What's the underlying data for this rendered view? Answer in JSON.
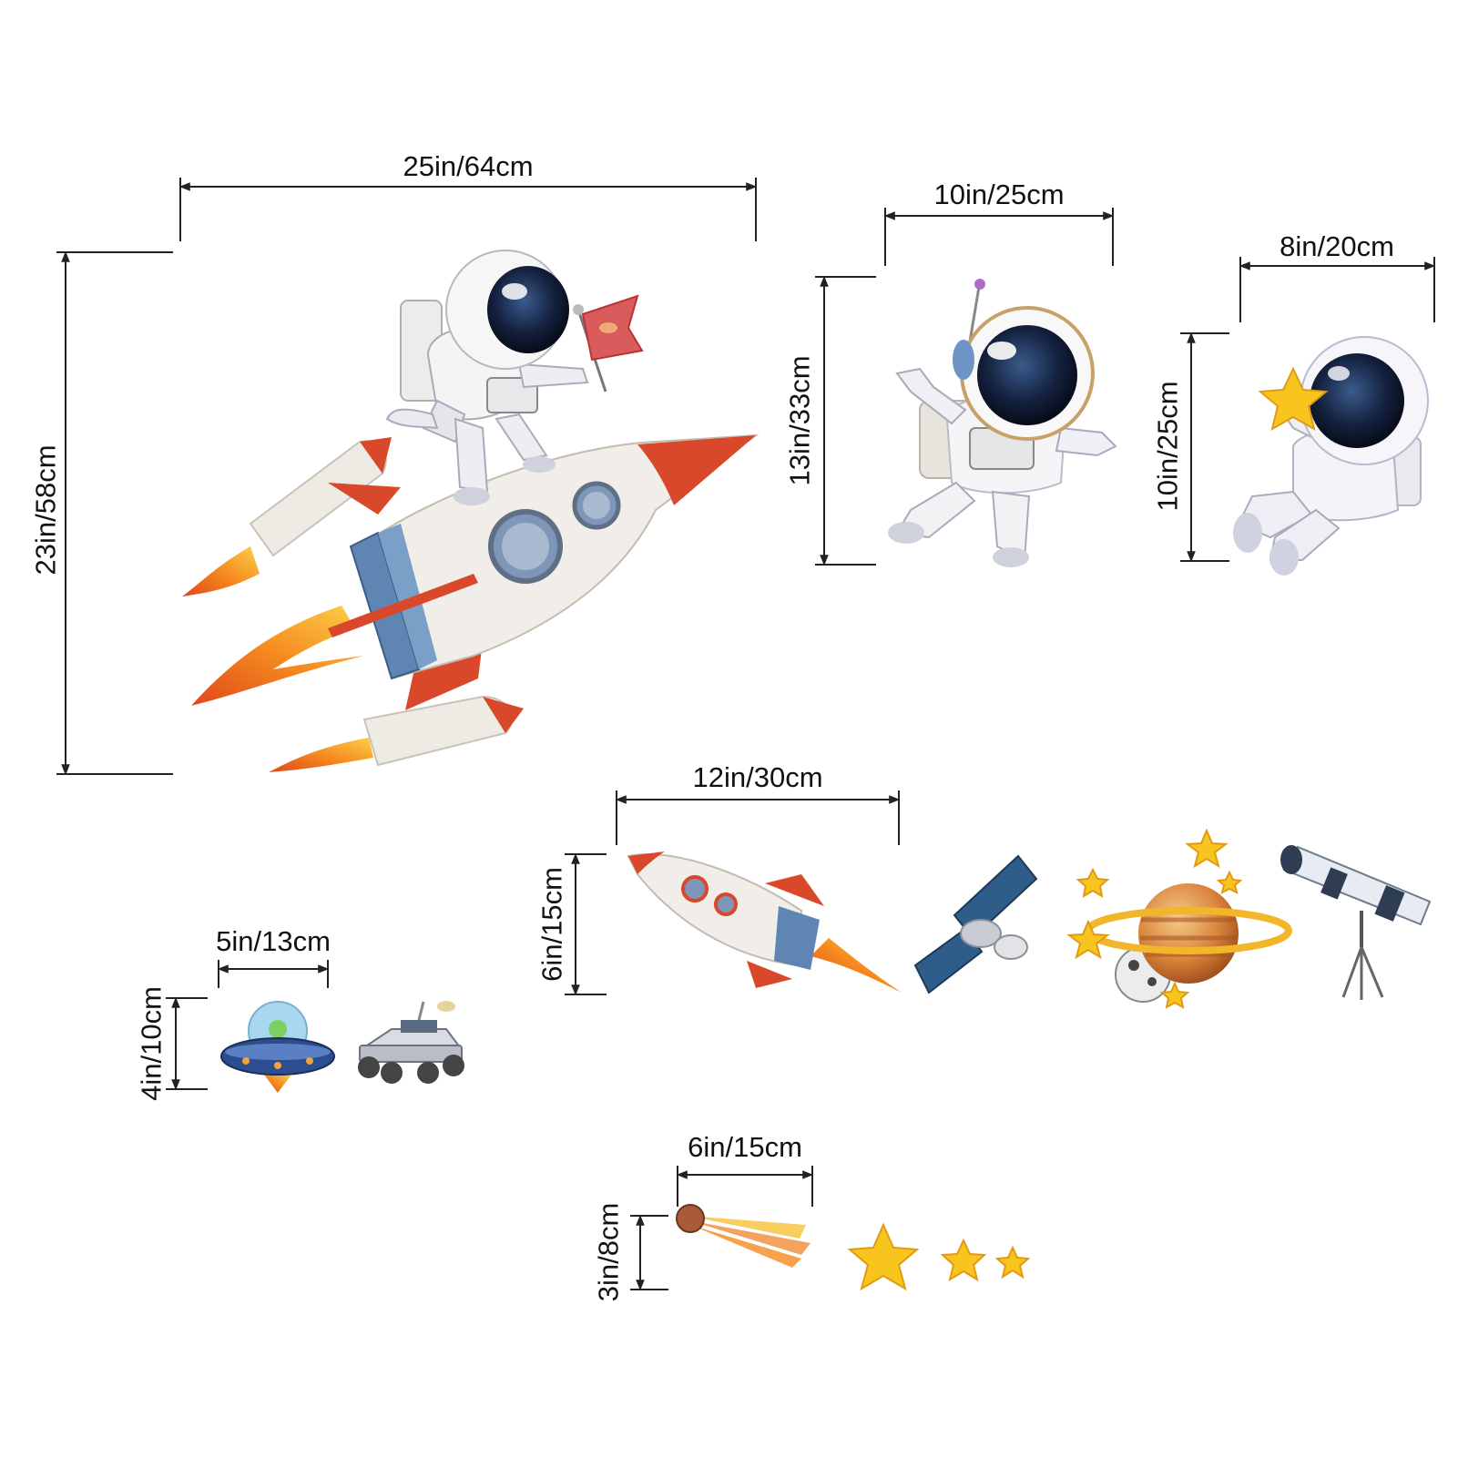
{
  "dimensions": {
    "large_rocket_width": "25in/64cm",
    "large_rocket_height": "23in/58cm",
    "waving_astronaut_width": "10in/25cm",
    "waving_astronaut_height": "13in/33cm",
    "star_astronaut_width": "8in/20cm",
    "star_astronaut_height": "10in/25cm",
    "small_rocket_width": "12in/30cm",
    "small_rocket_height": "6in/15cm",
    "ufo_width": "5in/13cm",
    "ufo_height": "4in/10cm",
    "meteor_width": "6in/15cm",
    "meteor_height": "3in/8cm"
  },
  "icons": {
    "large_rocket": "rocket-with-astronaut-icon",
    "waving_astronaut": "astronaut-waving-icon",
    "star_astronaut": "astronaut-holding-star-icon",
    "small_rocket": "rocket-icon",
    "satellite": "satellite-icon",
    "planet": "ringed-planet-icon",
    "telescope": "telescope-icon",
    "ufo": "ufo-icon",
    "rover": "moon-rover-icon",
    "meteor": "meteor-icon",
    "stars": "star-icon"
  },
  "colors": {
    "line": "#222222",
    "rocket_red": "#d9482b",
    "rocket_white": "#f1eeea",
    "steel_blue": "#5f86b3",
    "flame_orange": "#f07a1c",
    "flame_yellow": "#f7c23a",
    "star_yellow": "#f8c51e",
    "visor_dark": "#10182f"
  }
}
